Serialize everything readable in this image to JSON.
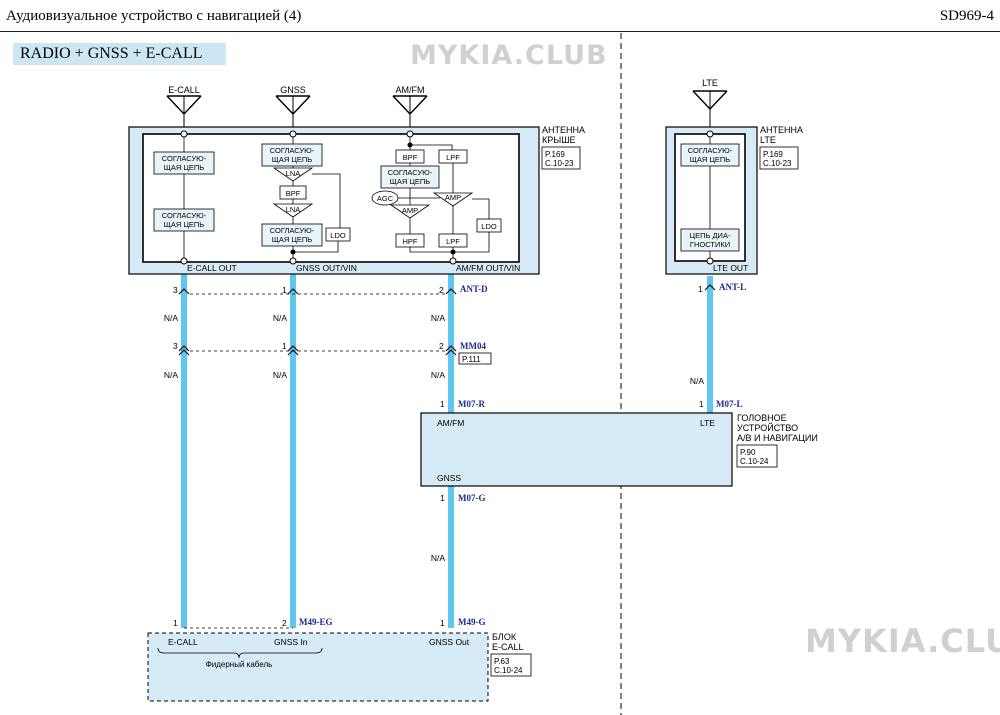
{
  "header": {
    "title": "Аудиовизуальное устройство с навигацией (4)",
    "code": "SD969-4"
  },
  "section_label": "RADIO + GNSS + E-CALL",
  "watermarks": [
    "MYKIA.CLUB",
    "MYKIA.CLUB"
  ],
  "antennas": {
    "ecall": "E-CALL",
    "gnss": "GNSS",
    "amfm": "AM/FM",
    "lte": "LTE"
  },
  "roof_antenna": {
    "name_line1": "АНТЕННА",
    "name_line2": "КРЫШЕ",
    "ref_page": "P.169",
    "ref_code": "C.10-23",
    "match_l1": "СОГЛАСУЮ-",
    "match_l2": "ЩАЯ ЦЕПЬ",
    "lna": "LNA",
    "bpf": "BPF",
    "lpf": "LPF",
    "agc": "AGC",
    "amp": "AMP",
    "hpf": "HPF",
    "ldo": "LDO",
    "out_ecall": "E-CALL OUT",
    "out_gnss": "GNSS OUT/VIN",
    "out_amfm": "AM/FM OUT/VIN"
  },
  "lte_antenna": {
    "name_line1": "АНТЕННА",
    "name_line2": "LTE",
    "ref_page": "P.169",
    "ref_code": "C.10-23",
    "match_l1": "СОГЛАСУЮ-",
    "match_l2": "ЩАЯ ЦЕПЬ",
    "diag_l1": "ЦЕПЬ ДИА-",
    "diag_l2": "ГНОСТИКИ",
    "out": "LTE OUT"
  },
  "connectors": {
    "ant_d": "ANT-D",
    "mm04": "MM04",
    "mm04_ref": "P.111",
    "m07r": "M07-R",
    "m07g": "M07-G",
    "ant_l": "ANT-L",
    "m49eg": "M49-EG",
    "m49g": "M49-G"
  },
  "pins": {
    "p1": "1",
    "p2": "2",
    "p3": "3"
  },
  "wire_label": "N/A",
  "head_unit": {
    "name_line1": "ГОЛОВНОЕ",
    "name_line2": "УСТРОЙСТВО",
    "name_line3": "А/В И НАВИГАЦИИ",
    "ref_page": "P.90",
    "ref_code": "C.10-24",
    "amfm": "AM/FM",
    "lte": "LTE",
    "gnss": "GNSS"
  },
  "ecall_unit": {
    "name_line1": "БЛОК",
    "name_line2": "E-CALL",
    "ref_page": "P.63",
    "ref_code": "C.10-24",
    "ecall": "E-CALL",
    "gnss_in": "GNSS In",
    "gnss_out": "GNSS Out",
    "feeder": "Фидерный кабель"
  },
  "colors": {
    "wire": "#5fc6ee",
    "box_fill": "#d6ebf6",
    "connector_text": "#1c2c8c"
  }
}
